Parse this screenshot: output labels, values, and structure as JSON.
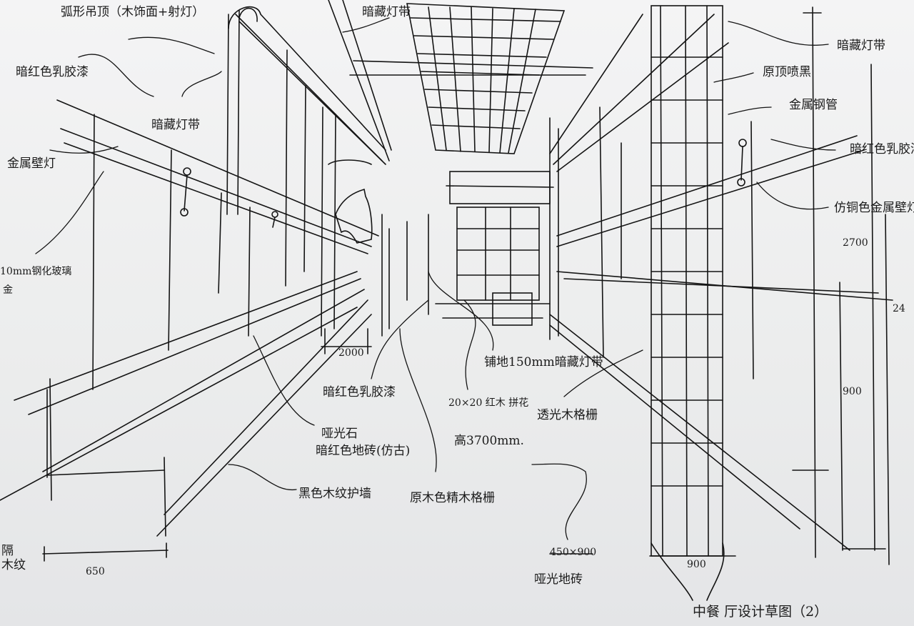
{
  "sheet": {
    "caption": "中餐 厅设计草图（2）"
  },
  "annotations": {
    "top_left_ceiling": "弧形吊顶（木饰面+射灯）",
    "top_center_strip": "暗藏灯带",
    "left_wall_finish": "暗红色乳胶漆",
    "left_cove_light": "暗藏灯带",
    "wall_sconce": "金属壁灯",
    "left_glass": "10mm钢化玻璃",
    "left_glass_cont": "金",
    "right_cove": "暗藏灯带",
    "right_paint": "原顶喷黑",
    "right_steel": "金属钢管",
    "right_wall_finish": "暗红色乳胶漆",
    "right_sconce": "仿铜色金属壁灯",
    "height_2700": "2700",
    "height_900": "900",
    "right_edge_dim": "24",
    "floor_stone": "暗红色乳胶漆",
    "floor_tile_label": "暗红色地砖(仿古)",
    "floor_tile_color": "哑光石",
    "wood_pattern": "铺地150mm暗藏灯带",
    "brick_size": "20×20 红木 拼花",
    "brick_height": "高3700mm.",
    "wood_grille": "透光木格栅",
    "black_panel": "黑色木纹护墙",
    "wood_grille_2": "原木色精木格栅",
    "floor_tile_size": "450×900",
    "floor_tile_name": "哑光地砖",
    "bench_dim": "2000",
    "bottom_dim": "650",
    "bottom_right_dim": "900",
    "left_edge_text": "隔\n木纹"
  }
}
